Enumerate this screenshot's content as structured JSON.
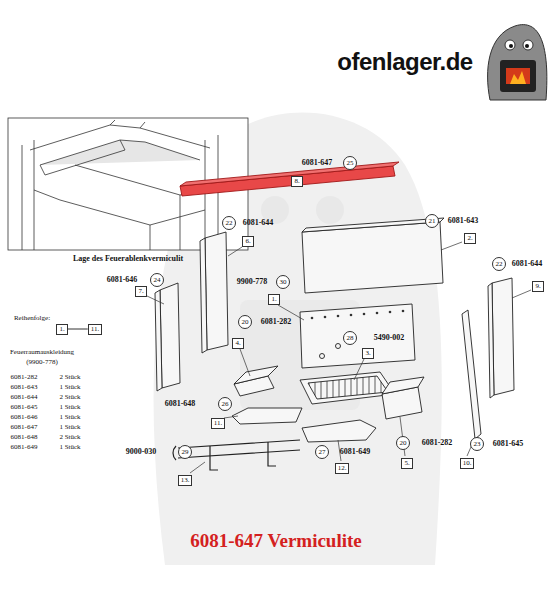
{
  "diagram": {
    "caption": "6081-647 Vermiculite",
    "nodes": [
      {
        "text": [
          "25"
        ]
      },
      {
        "text": [
          "8."
        ]
      },
      {
        "text": [
          "21"
        ]
      },
      {
        "text": [
          "2."
        ]
      },
      {
        "text": [
          "22"
        ]
      },
      {
        "text": [
          "6."
        ]
      },
      {
        "text": [
          "24"
        ]
      },
      {
        "text": [
          "7."
        ]
      },
      {
        "text": [
          "30"
        ]
      },
      {
        "text": [
          "1."
        ]
      },
      {
        "text": [
          "22"
        ]
      },
      {
        "text": [
          "9."
        ]
      },
      {
        "text": [
          "20"
        ]
      },
      {
        "text": [
          "4."
        ]
      },
      {
        "text": [
          "28"
        ]
      },
      {
        "text": [
          "3."
        ]
      },
      {
        "text": [
          "26"
        ]
      },
      {
        "text": [
          "11."
        ]
      },
      {
        "text": [
          "27"
        ]
      },
      {
        "text": [
          "12."
        ]
      },
      {
        "text": [
          "20"
        ]
      },
      {
        "text": [
          "5."
        ]
      },
      {
        "text": [
          "23"
        ]
      },
      {
        "text": [
          "10."
        ]
      },
      {
        "text": [
          "29"
        ]
      },
      {
        "text": [
          "13."
        ]
      },
      {
        "text": [
          "1."
        ]
      },
      {
        "text": [
          "11."
        ]
      }
    ],
    "edges": [
      {
        "from": 26,
        "to": 27,
        "arrow": "none"
      }
    ],
    "labels": [
      "ofenlager.de",
      "Lage des Feuerablenkvermiculit",
      "6081-647",
      "6081-643",
      "6081-644",
      "6081-646",
      "9900-778",
      "6081-644",
      "5490-002",
      "6081-282",
      "6081-648",
      "6081-649",
      "6081-282",
      "6081-645",
      "9000-030",
      "Reihenfolge:",
      "Feuerraumauskleidung",
      "(9900-778)",
      "6081-282",
      "2 Stück",
      "6081-643",
      "1 Stück",
      "6081-644",
      "2 Stück",
      "6081-645",
      "1 Stück",
      "6081-646",
      "1 Stück",
      "6081-647",
      "1 Stück",
      "6081-648",
      "2 Stück",
      "6081-649",
      "1 Stück"
    ]
  }
}
